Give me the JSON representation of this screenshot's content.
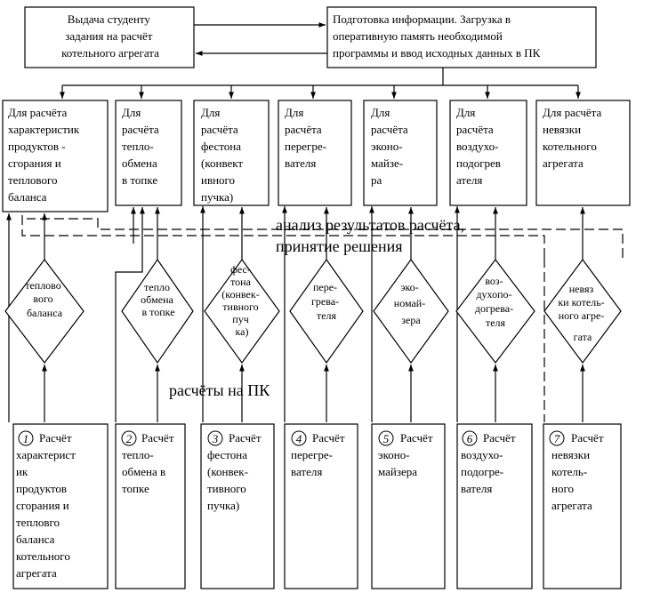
{
  "top": {
    "issue_box": [
      "Выдача студенту",
      "задания на расчёт",
      "котельного  агрегата"
    ],
    "prep_box": [
      "Подготовка информации. Загрузка в",
      "оперативную память необходимой",
      "программы и ввод исходных данных в ПК"
    ]
  },
  "stages": [
    {
      "prep": [
        "Для расчёта",
        "характеристик",
        "продуктов -",
        "сгорания и",
        "теплового",
        "баланса"
      ],
      "decision": [
        "теплово",
        "вого",
        "баланса"
      ],
      "calc_number": "1",
      "calc": [
        "Расчёт",
        "характерист",
        "ик",
        "продуктов",
        "сгорания и",
        "тепловго",
        "баланса",
        "котельного",
        "агрегата"
      ]
    },
    {
      "prep": [
        "Для",
        "расчёта",
        "тепло-",
        "обмена",
        "в топке"
      ],
      "decision": [
        "тепло",
        "обмена",
        "в  топке"
      ],
      "calc_number": "2",
      "calc": [
        "Расчёт",
        "тепло-",
        "обмена в",
        "топке"
      ]
    },
    {
      "prep": [
        "Для",
        "расчёта",
        "фестона",
        "(конвект",
        "ивного",
        "пучка)"
      ],
      "decision": [
        "фес-",
        "тона",
        "(конвек-",
        "тивного",
        "пуч",
        "ка)"
      ],
      "calc_number": "3",
      "calc": [
        "Расчёт",
        "фестона",
        "(конвек-",
        "тивного",
        "пучка)"
      ]
    },
    {
      "prep": [
        "Для",
        "расчёта",
        "перегре-",
        "вателя"
      ],
      "decision": [
        "пере-",
        "грева-",
        "теля"
      ],
      "calc_number": "4",
      "calc": [
        "Расчёт",
        "перегре-",
        "вателя"
      ]
    },
    {
      "prep": [
        "Для",
        "расчёта",
        "эконо-",
        "майзе-",
        "ра"
      ],
      "decision": [
        "эко-",
        "номай-",
        "зера"
      ],
      "calc_number": "5",
      "calc": [
        "Расчёт",
        "эконо-",
        "майзера"
      ]
    },
    {
      "prep": [
        "Для",
        "расчёта",
        "воздухо-",
        "подогрев",
        "ателя"
      ],
      "decision": [
        "воз-",
        "духопо-",
        "догрева-",
        "теля"
      ],
      "calc_number": "6",
      "calc": [
        "Расчёт",
        "воздухо-",
        "подогре-",
        "вателя"
      ]
    },
    {
      "prep": [
        "Для расчёта",
        "невязки",
        "котельного",
        "агрегата"
      ],
      "decision": [
        "невяз",
        "ки котель-",
        "ного агре-",
        "гата"
      ],
      "calc_number": "7",
      "calc": [
        "Расчёт",
        "невязки",
        "котель-",
        "ного",
        "агрегата"
      ]
    }
  ],
  "annotations": {
    "analysis_line1": "анализ результатов расчёта,",
    "analysis_line2": "принятие решения",
    "pc_calcs": "расчёты    на  ПК"
  }
}
